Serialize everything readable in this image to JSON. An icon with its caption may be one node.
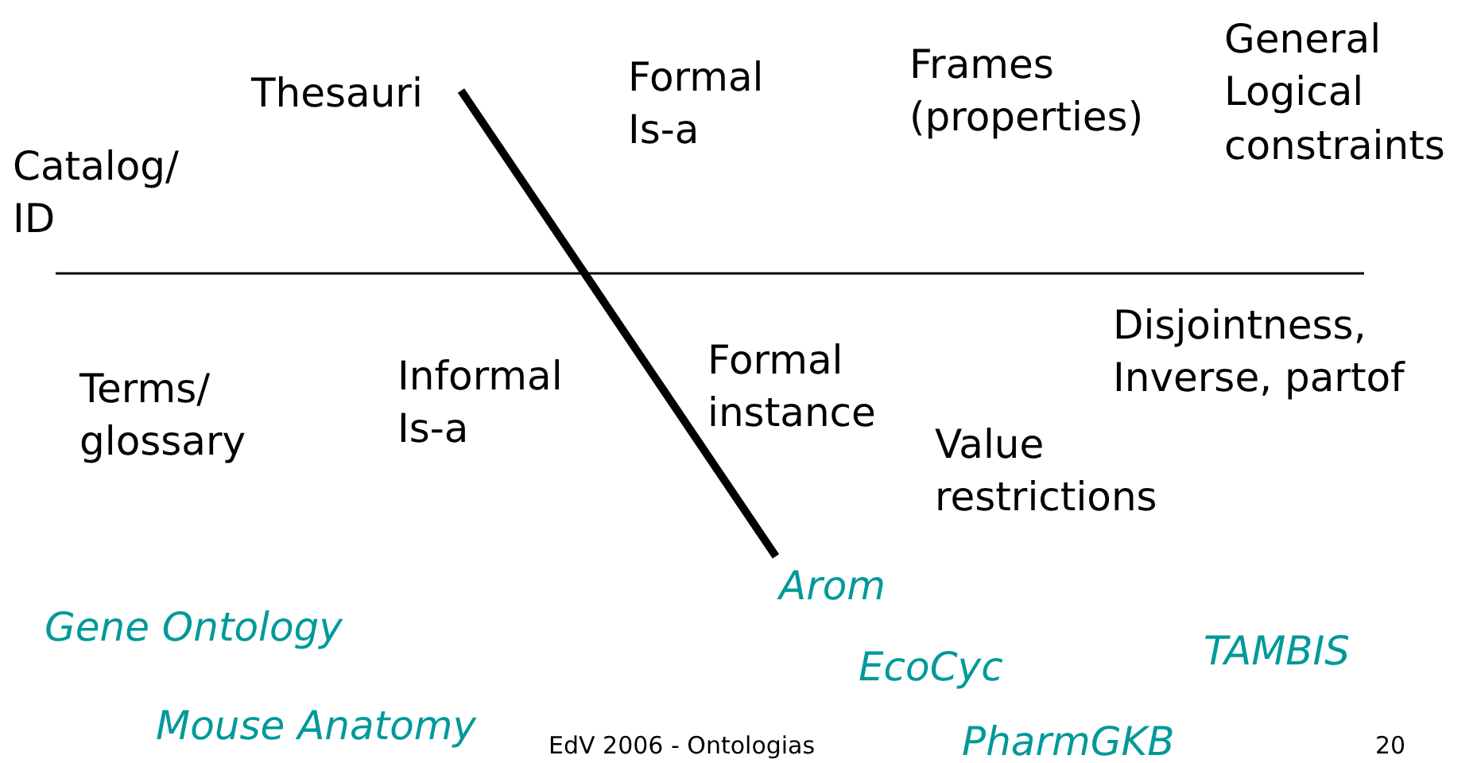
{
  "diagram": {
    "labels": [
      "Thesauri",
      "Formal Is-a",
      "Frames (properties)",
      "General Logical constraints",
      "Catalog/ ID",
      "Disjointness, Inverse, partof",
      "Formal instance",
      "Terms/ glossary",
      "Informal Is-a",
      "Value restrictions",
      "Arom",
      "Gene Ontology",
      "EcoCyc",
      "TAMBIS",
      "Mouse Anatomy",
      "EdV 2006 - Ontologias",
      "PharmGKB",
      "20"
    ]
  }
}
